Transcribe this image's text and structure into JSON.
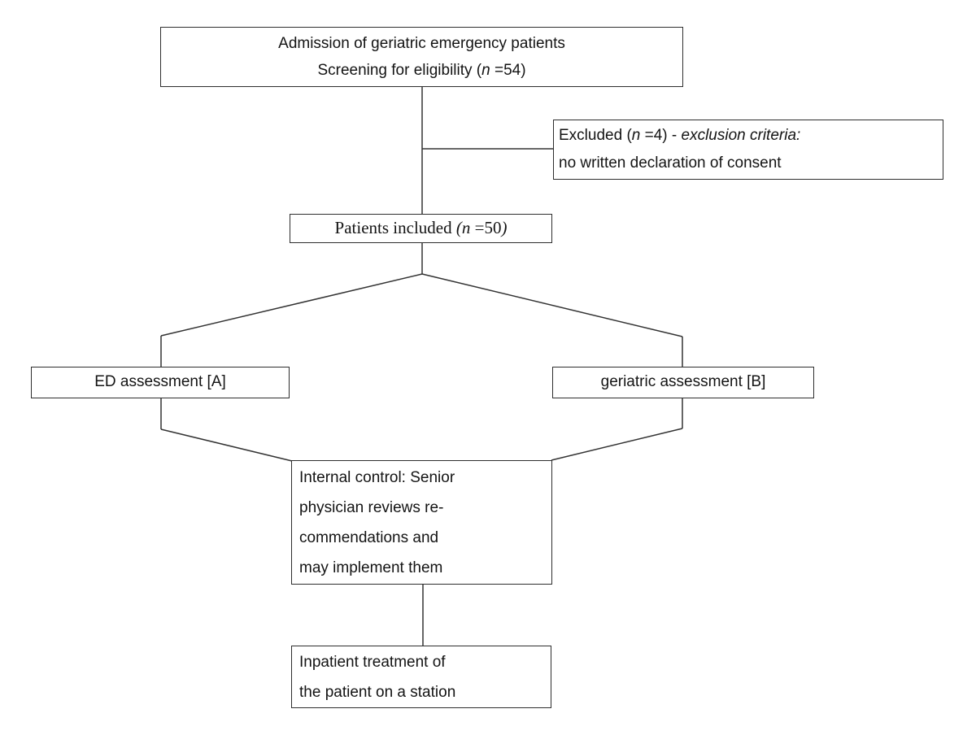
{
  "diagram": {
    "title_semantic": "Patient enrollment and assessment flowchart",
    "colors": {
      "background": "#ffffff",
      "border": "#2e2e2e",
      "connector": "#333333",
      "text": "#141414"
    },
    "boxes": {
      "screening": {
        "lines": [
          [
            {
              "t": "Admission of geriatric emergency patients"
            }
          ],
          [
            {
              "t": "Screening for eligibility ("
            },
            {
              "t": "n",
              "i": true
            },
            {
              "t": " =54)"
            }
          ]
        ]
      },
      "excluded": {
        "lines": [
          [
            {
              "t": "Excluded ("
            },
            {
              "t": "n",
              "i": true
            },
            {
              "t": " =4) - "
            },
            {
              "t": "exclusion criteria:",
              "i": true
            }
          ],
          [
            {
              "t": "no written declaration of consent"
            }
          ]
        ]
      },
      "included": {
        "lines": [
          [
            {
              "t": "Patients included "
            },
            {
              "t": "(n",
              "i": true
            },
            {
              "t": " =50"
            },
            {
              "t": ")",
              "i": true
            }
          ]
        ]
      },
      "ed_assessment": {
        "lines": [
          [
            {
              "t": "ED assessment [A]"
            }
          ]
        ]
      },
      "geriatric_assessment": {
        "lines": [
          [
            {
              "t": "geriatric assessment [B]"
            }
          ]
        ]
      },
      "internal_control": {
        "lines": [
          [
            {
              "t": "Internal control: Senior"
            }
          ],
          [
            {
              "t": "physician reviews re-"
            }
          ],
          [
            {
              "t": "commendations and"
            }
          ],
          [
            {
              "t": "may implement them"
            }
          ]
        ]
      },
      "inpatient": {
        "lines": [
          [
            {
              "t": "Inpatient treatment of"
            }
          ],
          [
            {
              "t": "the patient on a station"
            }
          ]
        ]
      }
    }
  }
}
